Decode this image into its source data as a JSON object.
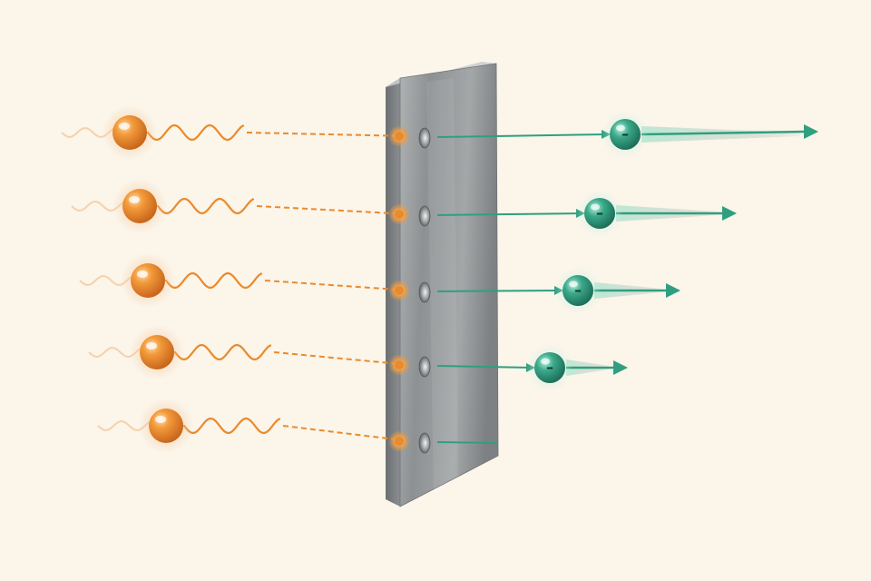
{
  "scene": {
    "background": "#fbf5ea",
    "photon_color": "#ea8a2c",
    "photon_glow": "#f6c89a",
    "electron_color": "#2f9f80",
    "electron_trail": "#9fe0c8",
    "plate_color": "#8e9294",
    "electron_symbol": "–"
  },
  "photons": [
    {
      "id": 1,
      "icon": "photon-sphere-icon"
    },
    {
      "id": 2,
      "icon": "photon-sphere-icon"
    },
    {
      "id": 3,
      "icon": "photon-sphere-icon"
    },
    {
      "id": 4,
      "icon": "photon-sphere-icon"
    },
    {
      "id": 5,
      "icon": "photon-sphere-icon"
    }
  ],
  "electrons": [
    {
      "id": 1,
      "emitted": true,
      "icon": "electron-sphere-icon"
    },
    {
      "id": 2,
      "emitted": true,
      "icon": "electron-sphere-icon"
    },
    {
      "id": 3,
      "emitted": true,
      "icon": "electron-sphere-icon"
    },
    {
      "id": 4,
      "emitted": true,
      "icon": "electron-sphere-icon"
    },
    {
      "id": 5,
      "emitted": false,
      "icon": "electron-sphere-icon"
    }
  ]
}
